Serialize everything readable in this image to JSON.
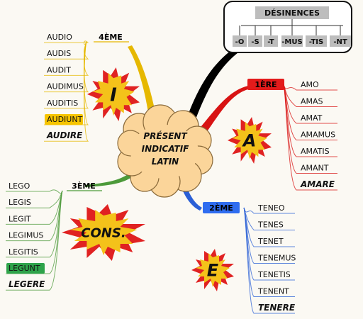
{
  "center": {
    "lines": [
      "PRÉSENT",
      "INDICATIF",
      "LATIN"
    ]
  },
  "desinences": {
    "title": "DÉSINENCES",
    "endings": [
      "-O",
      "-S",
      "-T",
      "-MUS",
      "-TIS",
      "-NT"
    ]
  },
  "branches": [
    {
      "label": "1ÈRE",
      "vowel": "A",
      "color": "#d81313",
      "label_fill": "#e31b1b",
      "label_text_color": "#000000",
      "items": [
        "AMO",
        "AMAS",
        "AMAT",
        "AMAMUS",
        "AMATIS",
        "AMANT",
        "AMARE"
      ],
      "highlight": null
    },
    {
      "label": "2ÈME",
      "vowel": "E",
      "color": "#2a5fd6",
      "label_fill": "#2f6df0",
      "label_text_color": "#000000",
      "items": [
        "TENEO",
        "TENES",
        "TENET",
        "TENEMUS",
        "TENETIS",
        "TENENT",
        "TENERE"
      ],
      "highlight": null
    },
    {
      "label": "3ÈME",
      "vowel": "CONS.",
      "color": "#4c9a3a",
      "label_fill": null,
      "label_text_color": "#000000",
      "items": [
        "LEGO",
        "LEGIS",
        "LEGIT",
        "LEGIMUS",
        "LEGITIS",
        "LEGUNT",
        "LEGERE"
      ],
      "highlight": {
        "index": 5,
        "color": "#2ea34a"
      }
    },
    {
      "label": "4ÈME",
      "vowel": "I",
      "color": "#e6b800",
      "label_fill": null,
      "label_text_color": "#000000",
      "items": [
        "AUDIO",
        "AUDIS",
        "AUDIT",
        "AUDIMUS",
        "AUDITIS",
        "AUDIUNT",
        "AUDIRE"
      ],
      "highlight": {
        "index": 5,
        "color": "#f6c400"
      }
    }
  ],
  "colors": {
    "background": "#fbf9f3",
    "cloud": "#fbd59a",
    "starburst_outer": "#e02222",
    "starburst_inner": "#f4c21a",
    "desinence_chip": "#bdbdbd",
    "connector_black": "#000000"
  }
}
